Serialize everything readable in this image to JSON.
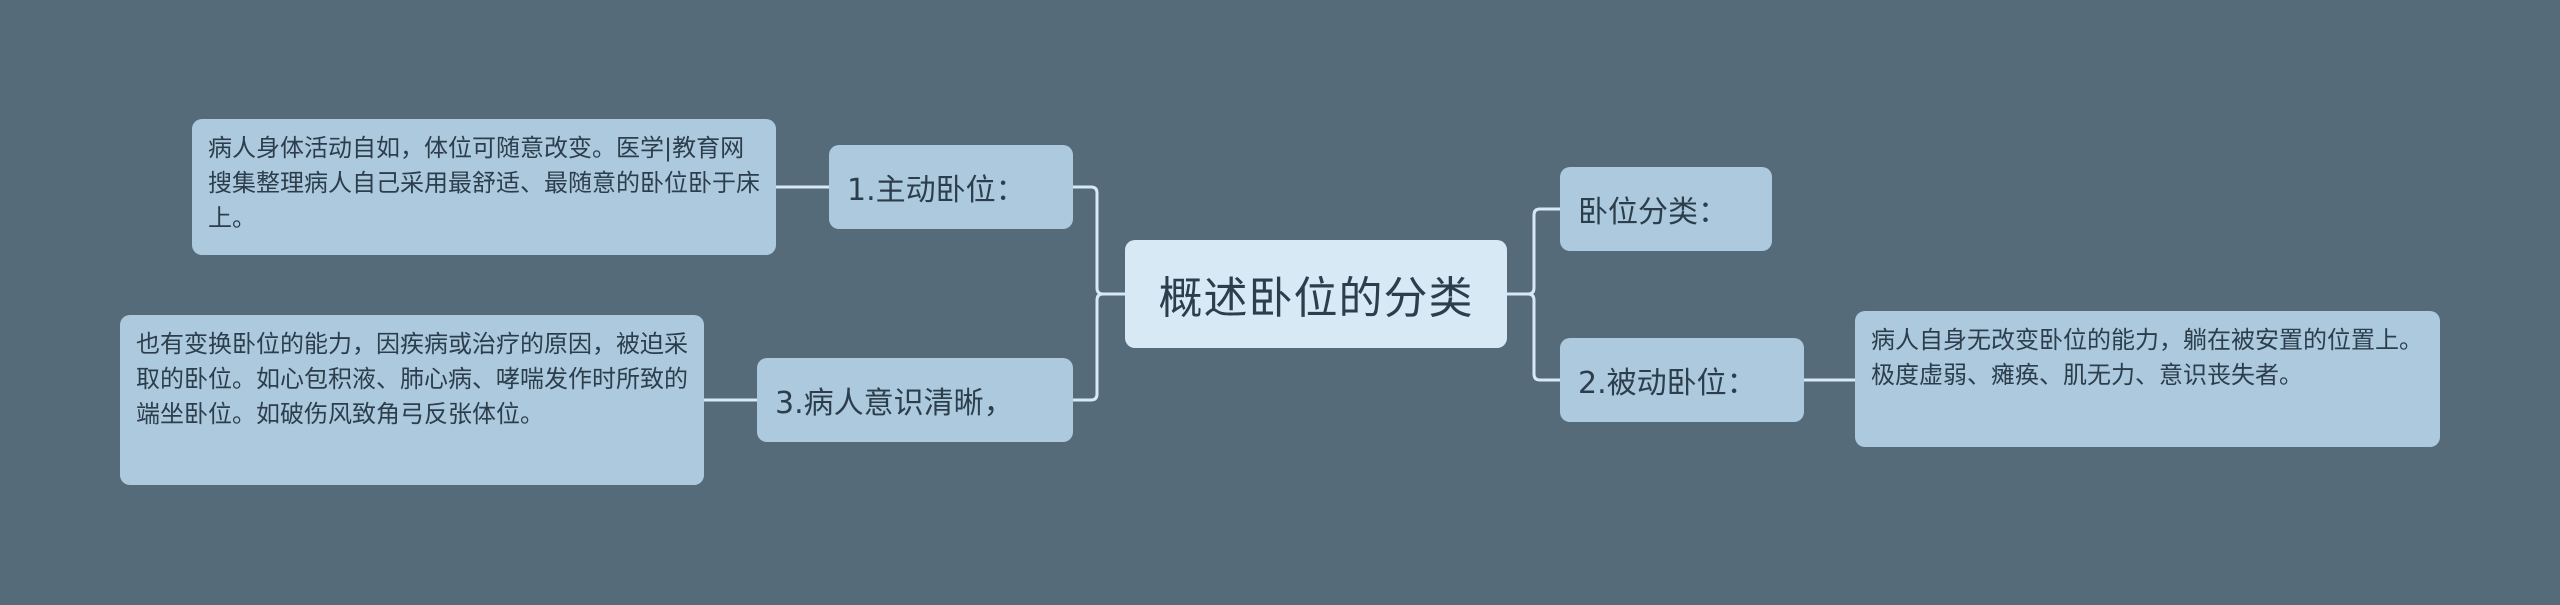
{
  "diagram": {
    "root": "概述卧位的分类",
    "branches": {
      "active": "1.主动卧位：",
      "conscious": "3.病人意识清晰，",
      "category": "卧位分类：",
      "passive": "2.被动卧位："
    },
    "leaves": {
      "active": "病人身体活动自如，体位可随意改变。医学|教育网搜集整理病人自己采用最舒适、最随意的卧位卧于床上。",
      "conscious": "也有变换卧位的能力，因疾病或治疗的原因，被迫采取的卧位。如心包积液、肺心病、哮喘发作时所致的端坐卧位。如破伤风致角弓反张体位。",
      "passive": "病人自身无改变卧位的能力，躺在被安置的位置上。极度虚弱、瘫痪、肌无力、意识丧失者。"
    },
    "colors": {
      "background": "#566b7a",
      "root_fill": "#d6e9f5",
      "node_fill": "#adc9de",
      "connector": "#d6e9f5",
      "text": "#2c3e4c"
    }
  }
}
